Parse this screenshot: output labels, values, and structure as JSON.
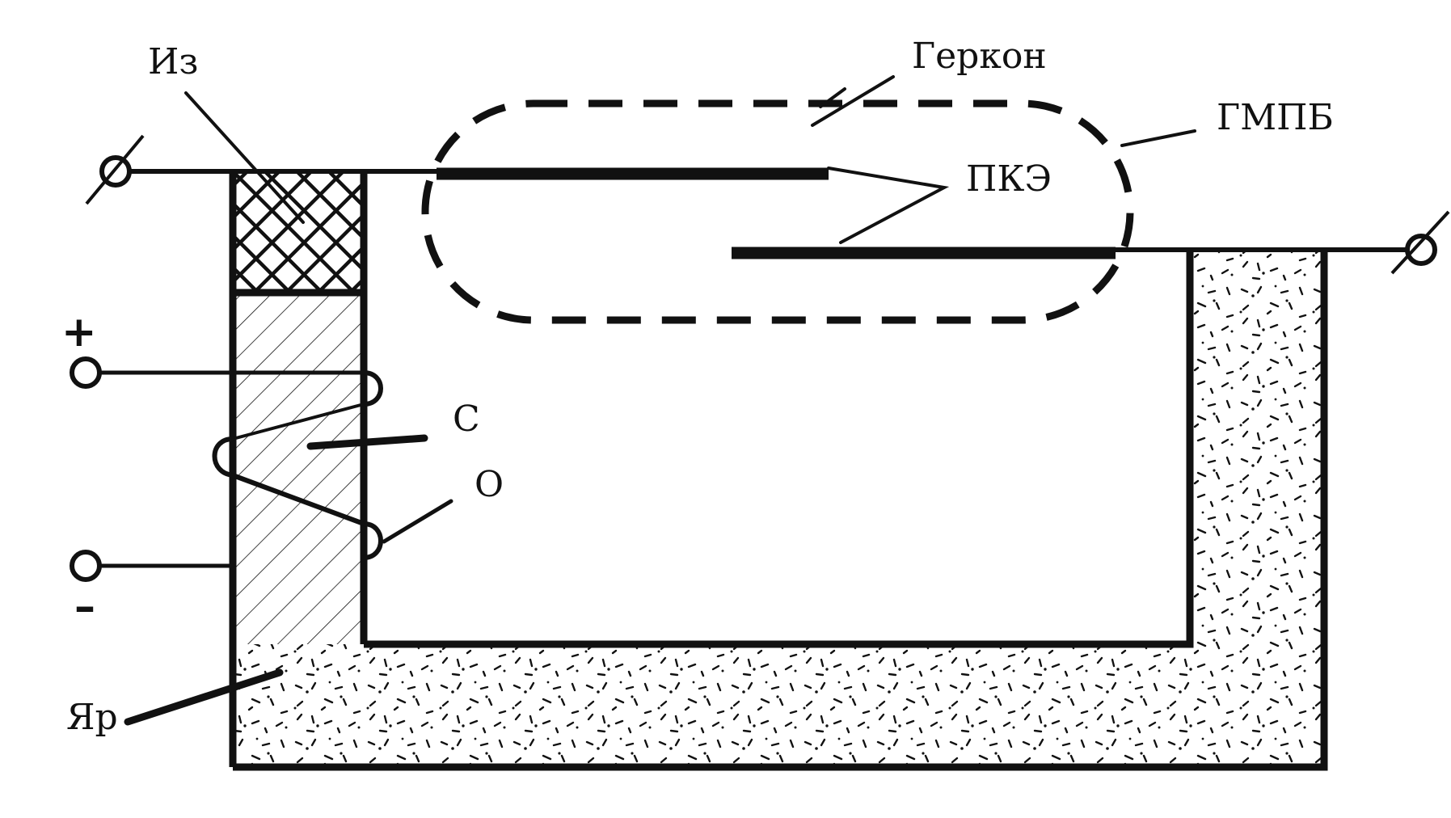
{
  "labels": {
    "insulator": "Из",
    "reed_switch": "Геркон",
    "sealed_bulb": "ГМПБ",
    "contacts": "ПКЭ",
    "core": "С",
    "winding": "О",
    "yoke": "Яр",
    "plus": "+",
    "minus": "–"
  },
  "colors": {
    "ink": "#111111",
    "background": "#ffffff"
  }
}
